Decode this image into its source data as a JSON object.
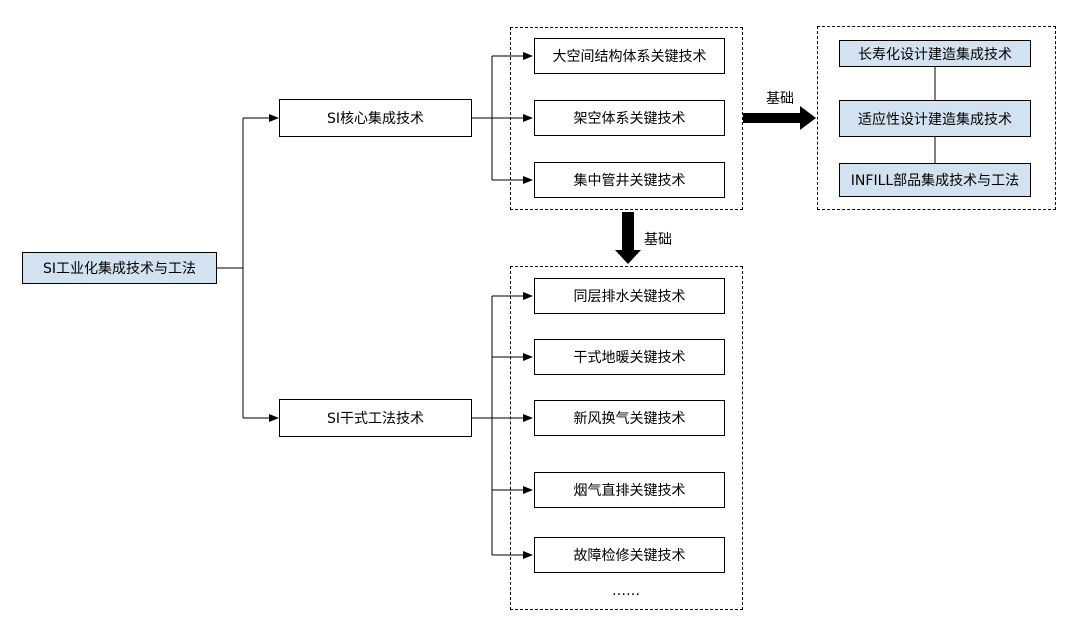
{
  "nodes": {
    "root": "SI工业化集成技术与工法",
    "core": "SI核心集成技术",
    "dry": "SI干式工法技术",
    "core_children": [
      "大空间结构体系关键技术",
      "架空体系关键技术",
      "集中管井关键技术"
    ],
    "dry_children": [
      "同层排水关键技术",
      "干式地暖关键技术",
      "新风换气关键技术",
      "烟气直排关键技术",
      "故障检修关键技术"
    ],
    "dry_more": "……",
    "right_children": [
      "长寿化设计建造集成技术",
      "适应性设计建造集成技术",
      "INFILL部品集成技术与工法"
    ]
  },
  "arrows": {
    "right_label": "基础",
    "down_label": "基础"
  },
  "colors": {
    "highlight_fill": "#d3e2f0",
    "line": "#000000"
  }
}
